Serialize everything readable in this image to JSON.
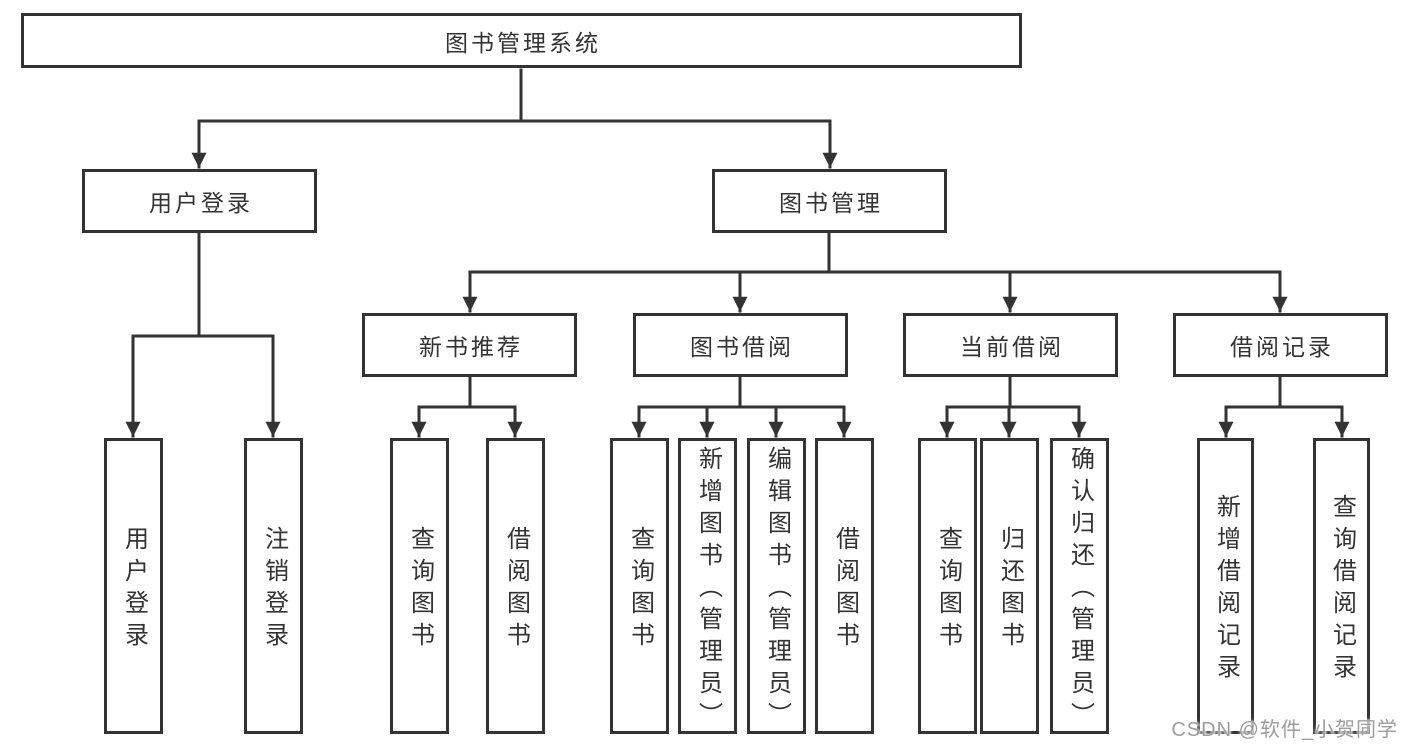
{
  "diagram_title": "图书管理系统",
  "colors": {
    "line": "#333333",
    "text": "#333333",
    "background": "#ffffff",
    "watermark": "#9c9c9c"
  },
  "nodes": {
    "root": "图书管理系统",
    "level2": [
      "用户登录",
      "图书管理"
    ],
    "level3": [
      "新书推荐",
      "图书借阅",
      "当前借阅",
      "借阅记录"
    ],
    "leaves_login": [
      "用户登录",
      "注销登录"
    ],
    "leaves_recommend": [
      "查询图书",
      "借阅图书"
    ],
    "leaves_borrow": [
      "查询图书",
      "新增图书（管理员）",
      "编辑图书（管理员）",
      "借阅图书"
    ],
    "leaves_current": [
      "查询图书",
      "归还图书",
      "确认归还（管理员）"
    ],
    "leaves_records": [
      "新增借阅记录",
      "查询借阅记录"
    ]
  },
  "watermark": "CSDN @软件_小贺同学"
}
